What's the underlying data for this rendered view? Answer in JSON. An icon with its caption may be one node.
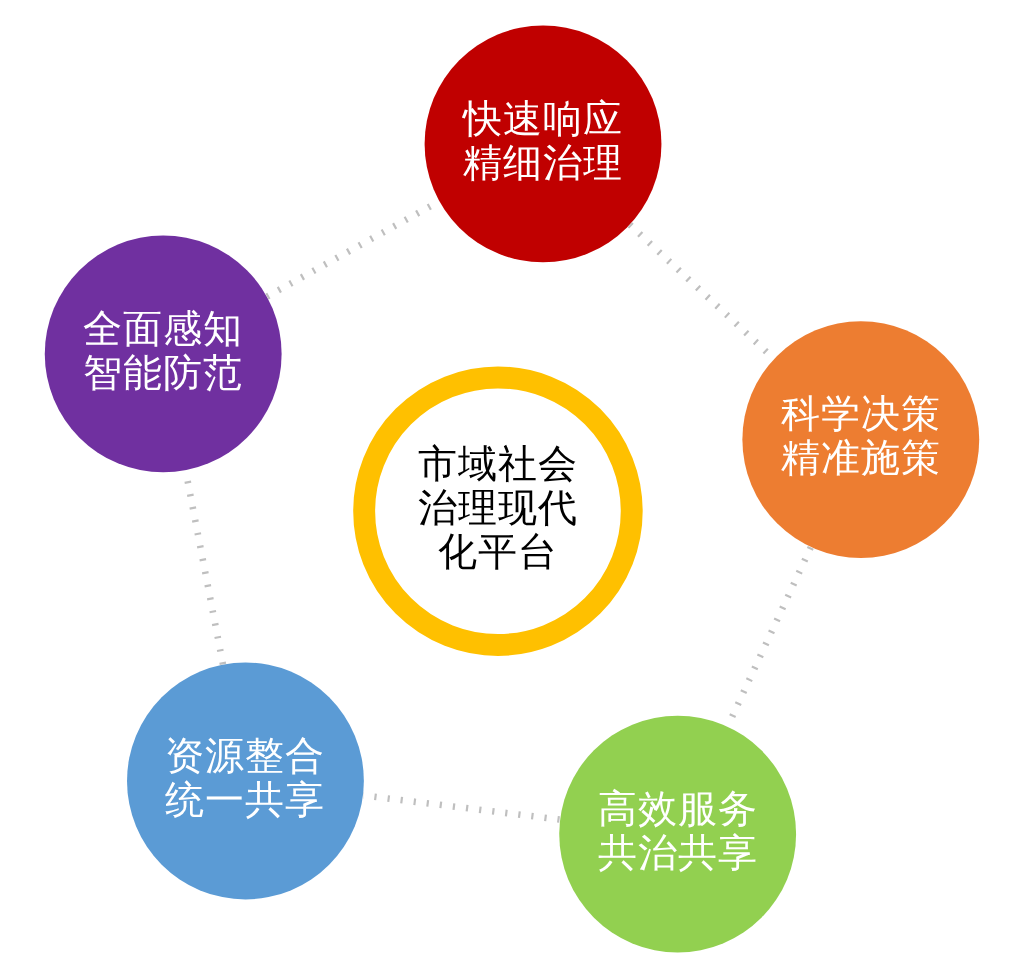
{
  "diagram": {
    "nodes": [
      {
        "text": [
          "资源整合统一共享"
        ]
      },
      {
        "text": [
          "高效服务共治共享"
        ]
      },
      {
        "text": [
          "市域社会治理现代化平台"
        ]
      },
      {
        "text": [
          "全面感知智能防范"
        ]
      },
      {
        "text": [
          "科学决策精准施策"
        ]
      },
      {
        "text": [
          "快速响应精细治理"
        ]
      }
    ],
    "edges": [
      {
        "from": 0,
        "to": 3,
        "arrow": "none",
        "style": "dashed"
      },
      {
        "from": 3,
        "to": 5,
        "arrow": "none",
        "style": "dashed"
      },
      {
        "from": 5,
        "to": 4,
        "arrow": "none",
        "style": "dashed"
      },
      {
        "from": 4,
        "to": 1,
        "arrow": "none",
        "style": "dashed"
      },
      {
        "from": 1,
        "to": 0,
        "arrow": "none",
        "style": "dashed"
      }
    ]
  }
}
